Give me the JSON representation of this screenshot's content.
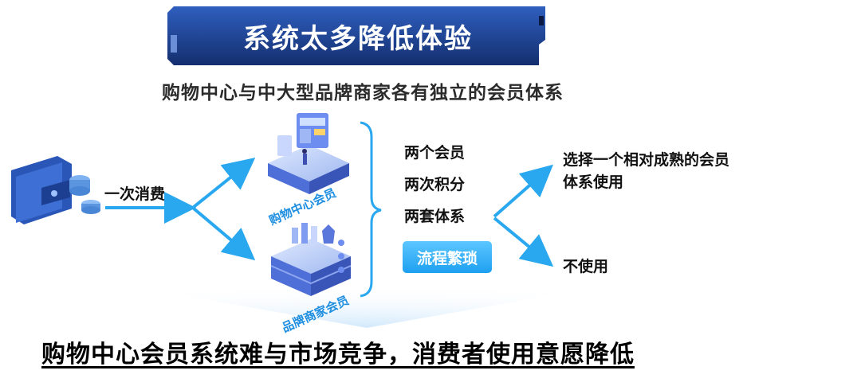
{
  "title": "系统太多降低体验",
  "subtitle": "购物中心与中大型品牌商家各有独立的会员体系",
  "consume_label": "一次消费",
  "mall_member_label": "购物中心会员",
  "brand_member_label": "品牌商家会员",
  "middle_items": [
    "两个会员",
    "两次积分",
    "两套体系"
  ],
  "process_badge": "流程繁琐",
  "outcomes": [
    "选择一个相对成熟的会员体系使用",
    "不使用"
  ],
  "conclusion": "购物中心会员系统难与市场竞争，消费者使用意愿降低",
  "colors": {
    "accent": "#1ea0f0",
    "banner": "#1c3f8c",
    "arrow": "#29a7ef",
    "text": "#111111"
  },
  "icons": [
    "wallet-icon",
    "coin-stack-icon",
    "mall-platform-icon",
    "brand-platform-icon"
  ]
}
